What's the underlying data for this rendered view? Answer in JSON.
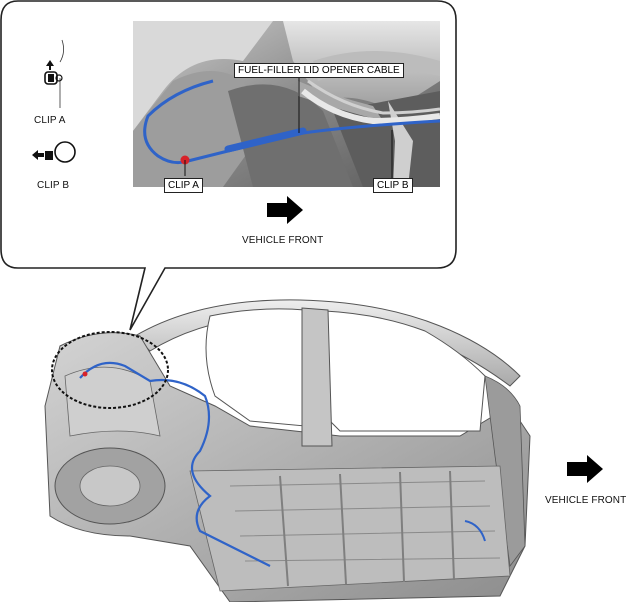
{
  "callout": {
    "cable_label": "FUEL-FILLER LID OPENER CABLE",
    "clip_a_photo_label": "CLIP A",
    "clip_b_photo_label": "CLIP B",
    "vehicle_front_label": "VEHICLE FRONT"
  },
  "legend": {
    "clip_a_label": "CLIP A",
    "clip_b_label": "CLIP B"
  },
  "overview": {
    "vehicle_front_label": "VEHICLE FRONT"
  },
  "colors": {
    "cable_blue": "#2f63c8",
    "clip_red": "#d8232a",
    "body_gray": "#b9b9b9",
    "photo_gray": "#7a7a7a"
  },
  "icons": [
    "clip-a-icon",
    "clip-b-icon",
    "arrow-right-icon"
  ]
}
